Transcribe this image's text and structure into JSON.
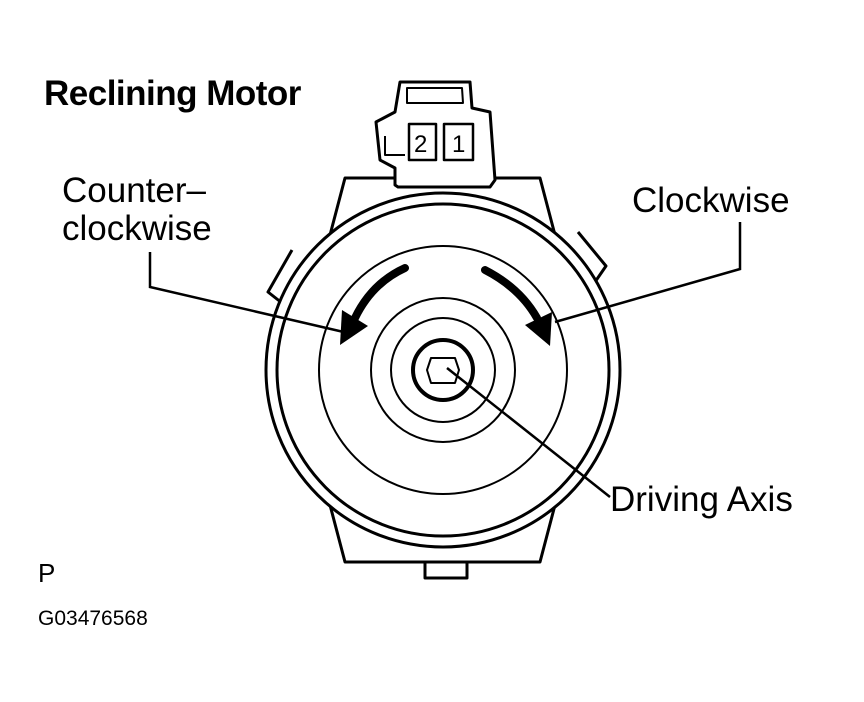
{
  "title": "Reclining Motor",
  "labels": {
    "counterclockwise_line1": "Counter–",
    "counterclockwise_line2": "clockwise",
    "clockwise": "Clockwise",
    "driving_axis": "Driving Axis"
  },
  "connector": {
    "pins": [
      "2",
      "1"
    ]
  },
  "page_marker": "P",
  "figure_id": "G03476568",
  "colors": {
    "ink": "#000000",
    "paper": "#ffffff"
  }
}
